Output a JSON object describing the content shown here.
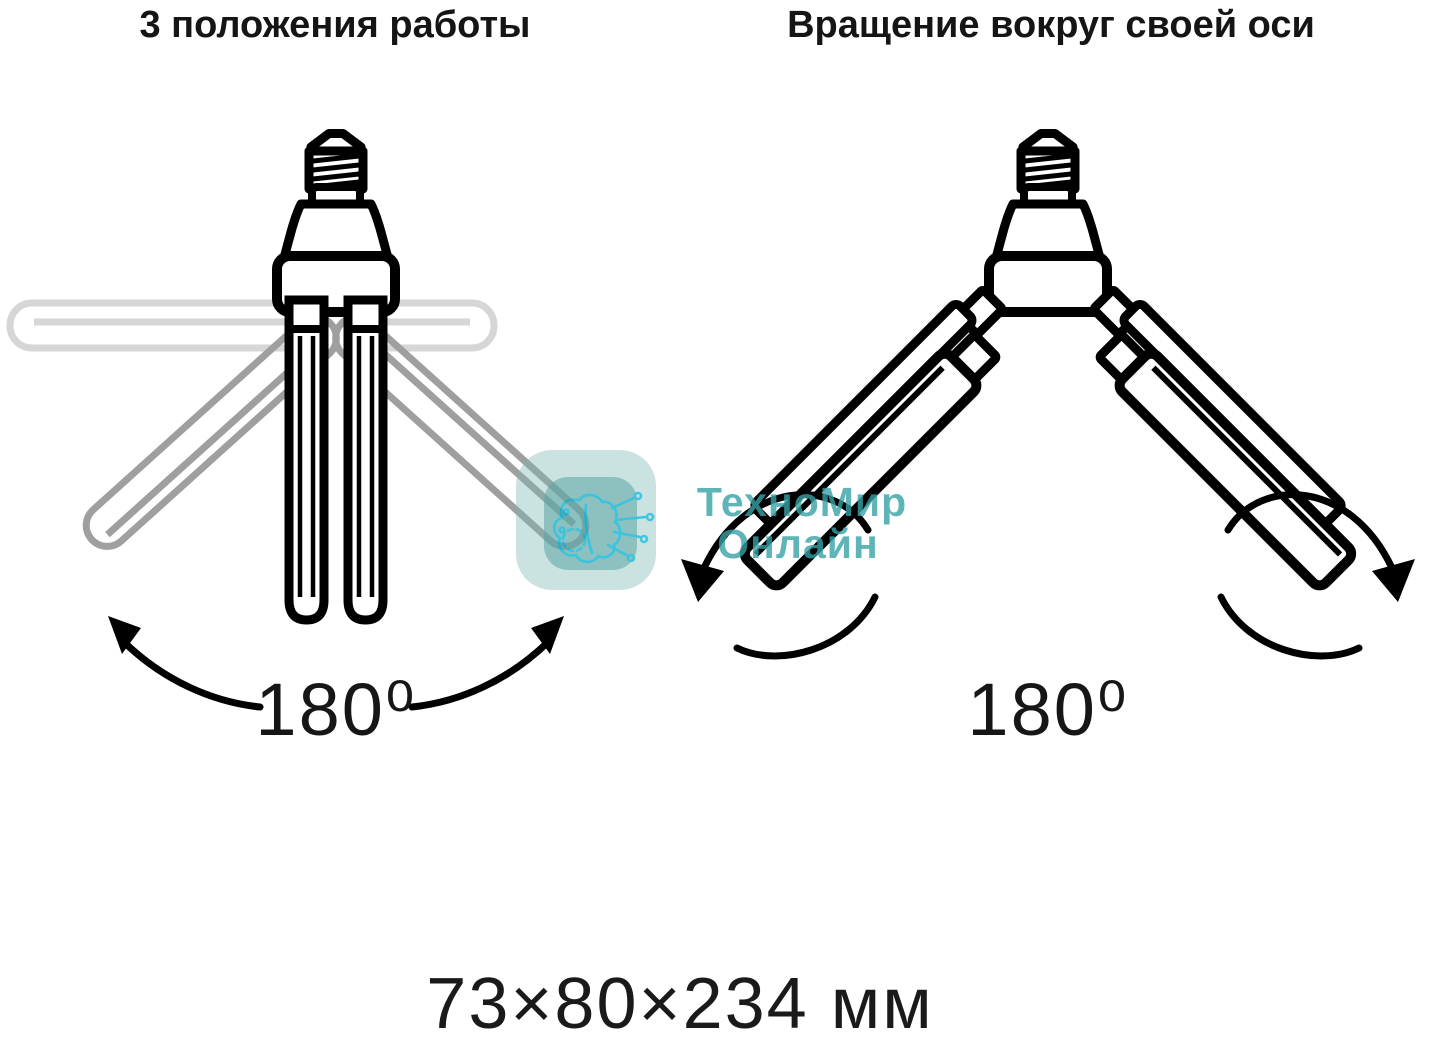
{
  "titles": {
    "left": "3 положения работы",
    "right": "Вращение вокруг своей оси"
  },
  "figures": {
    "left": {
      "description": "lamp with petals folded down, ghost petals at horizontal and 45-degree positions",
      "angle_label": "180⁰"
    },
    "right": {
      "description": "lamp with petals at 45 degrees, rotation arrows around each petal axis",
      "angle_label": "180⁰"
    }
  },
  "footer": {
    "dimensions": "73×80×234 мм"
  },
  "watermark": {
    "line1": "ТехноМир",
    "line2": "Онлайн",
    "icon": "brain-circuit-logo-icon"
  },
  "colors": {
    "ink": "#000000",
    "ghost_light_gray": "#d6d6d6",
    "ghost_mid_gray": "#9f9f9f",
    "watermark_teal": "#37a2a6",
    "watermark_icon_cyan": "#00b4da",
    "background": "#ffffff"
  }
}
